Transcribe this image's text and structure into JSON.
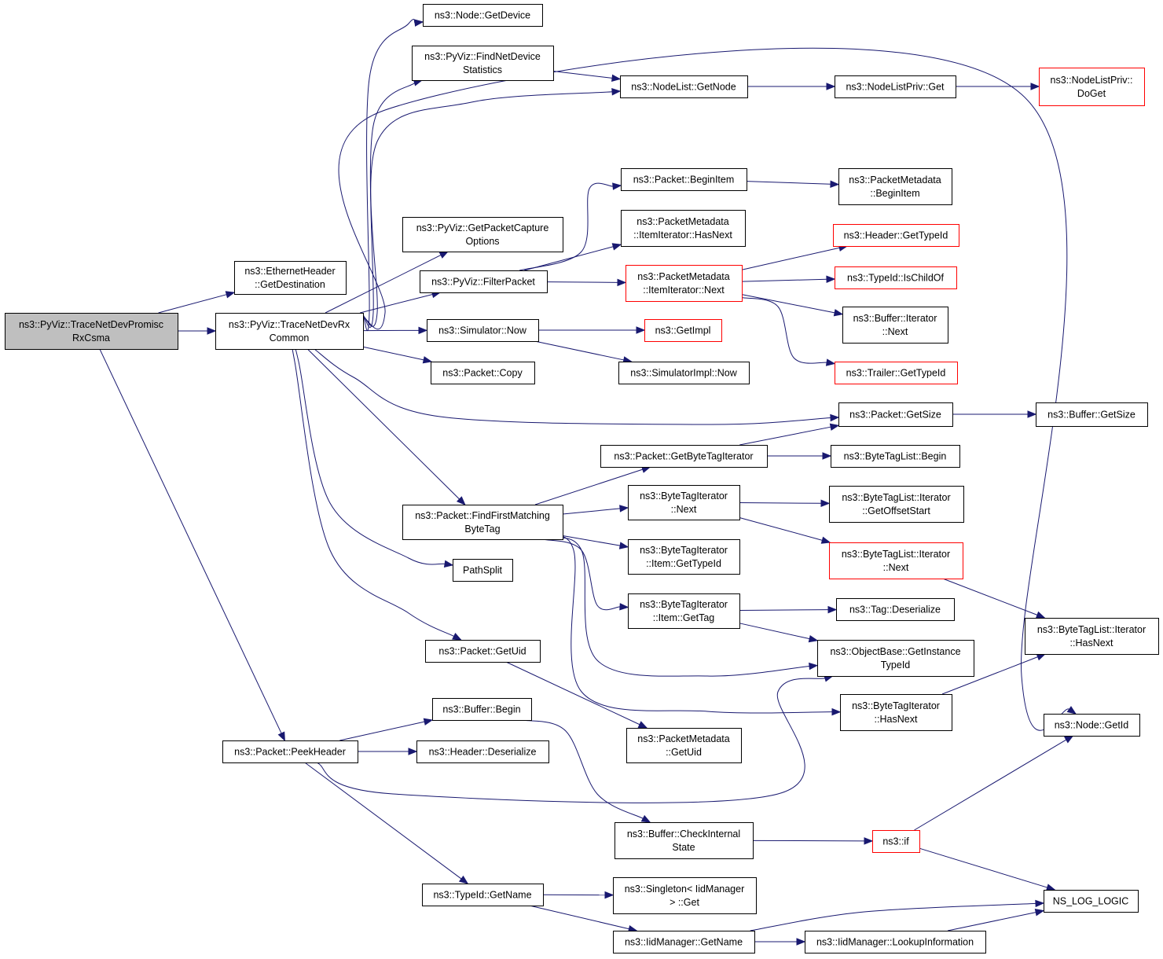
{
  "graph": {
    "edge_color": "#191970",
    "truncated_border_color": "#ff0000",
    "root_fill": "#bfbfbf",
    "nodes": [
      {
        "id": "root",
        "lines": [
          "ns3::PyViz::TraceNetDevPromisc",
          "RxCsma"
        ],
        "root": true
      },
      {
        "id": "ethhdr",
        "lines": [
          "ns3::EthernetHeader",
          "::GetDestination"
        ]
      },
      {
        "id": "common",
        "lines": [
          "ns3::PyViz::TraceNetDevRx",
          "Common"
        ]
      },
      {
        "id": "peekhdr",
        "lines": [
          "ns3::Packet::PeekHeader"
        ]
      },
      {
        "id": "getdevice",
        "lines": [
          "ns3::Node::GetDevice"
        ]
      },
      {
        "id": "findstats",
        "lines": [
          "ns3::PyViz::FindNetDevice",
          "Statistics"
        ]
      },
      {
        "id": "capopts",
        "lines": [
          "ns3::PyViz::GetPacketCapture",
          "Options"
        ]
      },
      {
        "id": "filterpkt",
        "lines": [
          "ns3::PyViz::FilterPacket"
        ]
      },
      {
        "id": "simnow",
        "lines": [
          "ns3::Simulator::Now"
        ]
      },
      {
        "id": "pktcopy",
        "lines": [
          "ns3::Packet::Copy"
        ]
      },
      {
        "id": "findfirst",
        "lines": [
          "ns3::Packet::FindFirstMatching",
          "ByteTag"
        ]
      },
      {
        "id": "pathsplit",
        "lines": [
          "PathSplit"
        ]
      },
      {
        "id": "getuid",
        "lines": [
          "ns3::Packet::GetUid"
        ]
      },
      {
        "id": "bufbegin",
        "lines": [
          "ns3::Buffer::Begin"
        ]
      },
      {
        "id": "hdrdeser",
        "lines": [
          "ns3::Header::Deserialize"
        ]
      },
      {
        "id": "typeidname",
        "lines": [
          "ns3::TypeId::GetName"
        ]
      },
      {
        "id": "getnode",
        "lines": [
          "ns3::NodeList::GetNode"
        ]
      },
      {
        "id": "pktbeginitem",
        "lines": [
          "ns3::Packet::BeginItem"
        ]
      },
      {
        "id": "itemhasnext",
        "lines": [
          "ns3::PacketMetadata",
          "::ItemIterator::HasNext"
        ]
      },
      {
        "id": "itemnext",
        "lines": [
          "ns3::PacketMetadata",
          "::ItemIterator::Next"
        ],
        "truncated": true
      },
      {
        "id": "getimpl",
        "lines": [
          "ns3::GetImpl"
        ],
        "truncated": true
      },
      {
        "id": "simimplnow",
        "lines": [
          "ns3::SimulatorImpl::Now"
        ]
      },
      {
        "id": "getbytetagit",
        "lines": [
          "ns3::Packet::GetByteTagIterator"
        ]
      },
      {
        "id": "btinext",
        "lines": [
          "ns3::ByteTagIterator",
          "::Next"
        ]
      },
      {
        "id": "btiitemtypeid",
        "lines": [
          "ns3::ByteTagIterator",
          "::Item::GetTypeId"
        ]
      },
      {
        "id": "btiitemtag",
        "lines": [
          "ns3::ByteTagIterator",
          "::Item::GetTag"
        ]
      },
      {
        "id": "pmgetuid",
        "lines": [
          "ns3::PacketMetadata",
          "::GetUid"
        ]
      },
      {
        "id": "checkint",
        "lines": [
          "ns3::Buffer::CheckInternal",
          "State"
        ]
      },
      {
        "id": "singleton",
        "lines": [
          "ns3::Singleton< IidManager",
          "> ::Get"
        ]
      },
      {
        "id": "iidgetname",
        "lines": [
          "ns3::IidManager::GetName"
        ]
      },
      {
        "id": "nlpget",
        "lines": [
          "ns3::NodeListPriv::Get"
        ]
      },
      {
        "id": "pmbeginitem",
        "lines": [
          "ns3::PacketMetadata",
          "::BeginItem"
        ]
      },
      {
        "id": "hdrtypeid",
        "lines": [
          "ns3::Header::GetTypeId"
        ],
        "truncated": true
      },
      {
        "id": "ischildof",
        "lines": [
          "ns3::TypeId::IsChildOf"
        ],
        "truncated": true
      },
      {
        "id": "bufitnext",
        "lines": [
          "ns3::Buffer::Iterator",
          "::Next"
        ]
      },
      {
        "id": "trailertypeid",
        "lines": [
          "ns3::Trailer::GetTypeId"
        ],
        "truncated": true
      },
      {
        "id": "pktgetsize",
        "lines": [
          "ns3::Packet::GetSize"
        ]
      },
      {
        "id": "btlbegin",
        "lines": [
          "ns3::ByteTagList::Begin"
        ]
      },
      {
        "id": "btloffset",
        "lines": [
          "ns3::ByteTagList::Iterator",
          "::GetOffsetStart"
        ]
      },
      {
        "id": "btlitnext",
        "lines": [
          "ns3::ByteTagList::Iterator",
          "::Next"
        ],
        "truncated": true
      },
      {
        "id": "tagdeser",
        "lines": [
          "ns3::Tag::Deserialize"
        ]
      },
      {
        "id": "objinst",
        "lines": [
          "ns3::ObjectBase::GetInstance",
          "TypeId"
        ]
      },
      {
        "id": "btihasnext",
        "lines": [
          "ns3::ByteTagIterator",
          "::HasNext"
        ]
      },
      {
        "id": "nsif",
        "lines": [
          "ns3::if"
        ],
        "truncated": true
      },
      {
        "id": "lookupinfo",
        "lines": [
          "ns3::IidManager::LookupInformation"
        ]
      },
      {
        "id": "nlpdoget",
        "lines": [
          "ns3::NodeListPriv::",
          "DoGet"
        ],
        "truncated": true
      },
      {
        "id": "bufgetsize",
        "lines": [
          "ns3::Buffer::GetSize"
        ]
      },
      {
        "id": "btlhasnext",
        "lines": [
          "ns3::ByteTagList::Iterator",
          "::HasNext"
        ]
      },
      {
        "id": "nodegetid",
        "lines": [
          "ns3::Node::GetId"
        ]
      },
      {
        "id": "nslog",
        "lines": [
          "NS_LOG_LOGIC"
        ]
      }
    ]
  }
}
